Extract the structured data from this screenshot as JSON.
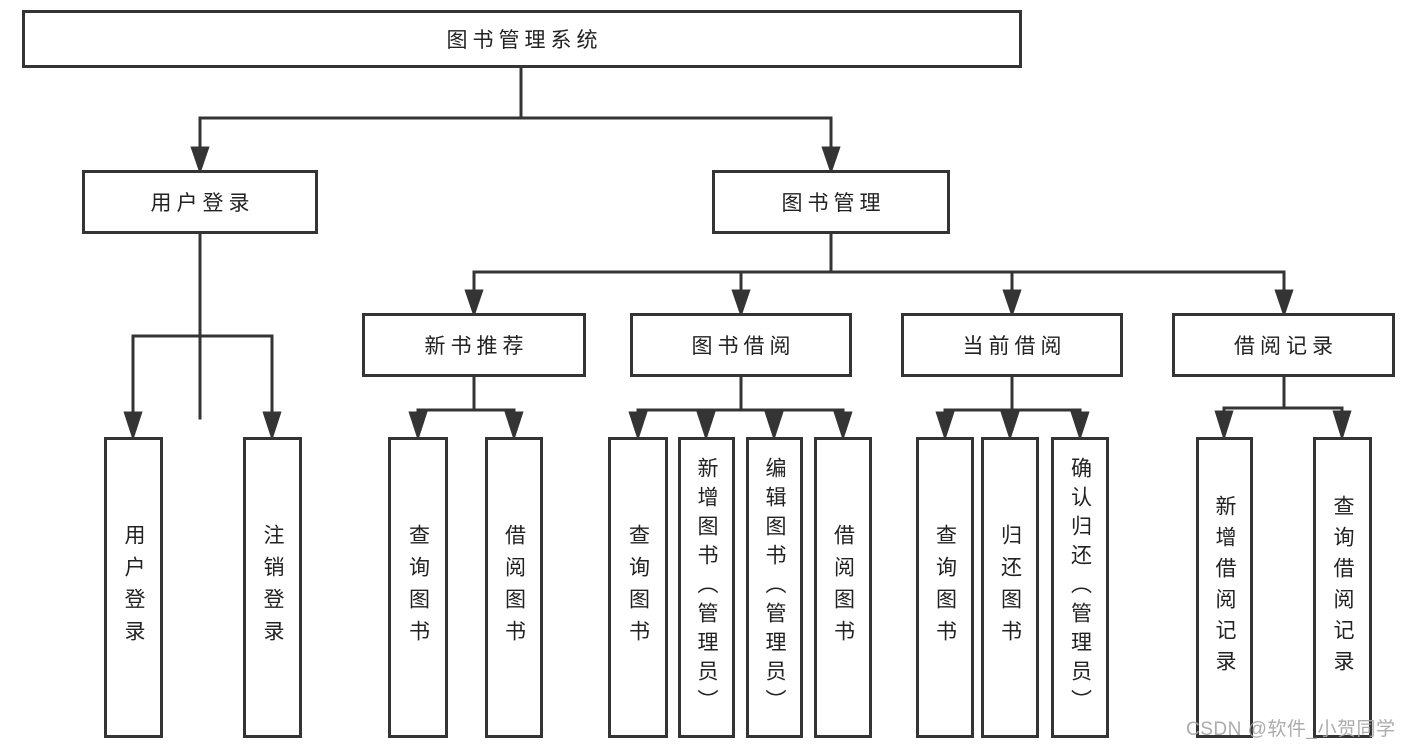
{
  "diagram": {
    "title": "图书管理系统",
    "nodes": {
      "root": {
        "label": "图书管理系统"
      },
      "user_login": {
        "label": "用户登录"
      },
      "book_mgmt": {
        "label": "图书管理"
      },
      "new_book_rec": {
        "label": "新书推荐"
      },
      "book_borrow": {
        "label": "图书借阅"
      },
      "current_borrow": {
        "label": "当前借阅"
      },
      "borrow_record": {
        "label": "借阅记录"
      },
      "leaf_user_login": {
        "label": "用户登录"
      },
      "leaf_logout": {
        "label": "注销登录"
      },
      "leaf_nb_query": {
        "label": "查询图书"
      },
      "leaf_nb_borrow": {
        "label": "借阅图书"
      },
      "leaf_bb_query": {
        "label": "查询图书"
      },
      "leaf_bb_add": {
        "label": "新增图书（管理员）"
      },
      "leaf_bb_edit": {
        "label": "编辑图书（管理员）"
      },
      "leaf_bb_borrow": {
        "label": "借阅图书"
      },
      "leaf_cb_query": {
        "label": "查询图书"
      },
      "leaf_cb_return": {
        "label": "归还图书"
      },
      "leaf_cb_confirm": {
        "label": "确认归还（管理员）"
      },
      "leaf_br_add": {
        "label": "新增借阅记录"
      },
      "leaf_br_query": {
        "label": "查询借阅记录"
      }
    },
    "edges": [
      "root -> user_login",
      "root -> book_mgmt",
      "user_login -> leaf_user_login",
      "user_login -> leaf_logout",
      "book_mgmt -> new_book_rec",
      "book_mgmt -> book_borrow",
      "book_mgmt -> current_borrow",
      "book_mgmt -> borrow_record",
      "new_book_rec -> leaf_nb_query",
      "new_book_rec -> leaf_nb_borrow",
      "book_borrow -> leaf_bb_query",
      "book_borrow -> leaf_bb_add",
      "book_borrow -> leaf_bb_edit",
      "book_borrow -> leaf_bb_borrow",
      "current_borrow -> leaf_cb_query",
      "current_borrow -> leaf_cb_return",
      "current_borrow -> leaf_cb_confirm",
      "borrow_record -> leaf_br_add",
      "borrow_record -> leaf_br_query"
    ],
    "colors": {
      "line": "#343434",
      "text": "#222222",
      "background": "#ffffff",
      "watermark": "#a5a5a5"
    },
    "watermark": "CSDN @软件_小贺同学"
  }
}
